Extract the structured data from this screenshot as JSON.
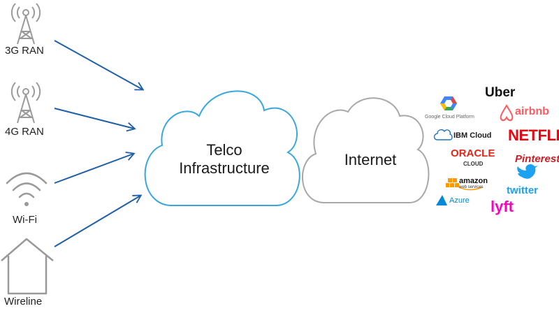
{
  "sources": {
    "ran3g": "3G RAN",
    "ran4g": "4G RAN",
    "wifi": "Wi-Fi",
    "wireline": "Wireline"
  },
  "clouds": {
    "telco_line1": "Telco",
    "telco_line2": "Infrastructure",
    "internet": "Internet"
  },
  "logos": {
    "google_cloud": "Google Cloud Platform",
    "uber": "Uber",
    "airbnb": "airbnb",
    "ibm_cloud": "IBM Cloud",
    "netflix": "NETFLIX",
    "oracle": "ORACLE",
    "oracle_sub": "CLOUD",
    "pinterest": "Pinterest",
    "amazon": "amazon",
    "amazon_sub": "web services",
    "twitter": "twitter",
    "azure": "Azure",
    "lyft": "lyft"
  },
  "colors": {
    "arrow": "#1f5fa8",
    "telco_cloud": "#3aa7dc",
    "internet_cloud": "#a8a8a8",
    "icon_gray": "#9a9a9a",
    "airbnb": "#ff5a5f",
    "netflix": "#e50914",
    "oracle": "#e3261a",
    "pinterest": "#cb1f27",
    "twitter": "#1da1f2",
    "azure": "#0089d6",
    "lyft": "#ff00bf",
    "amazon": "#ff9900"
  }
}
